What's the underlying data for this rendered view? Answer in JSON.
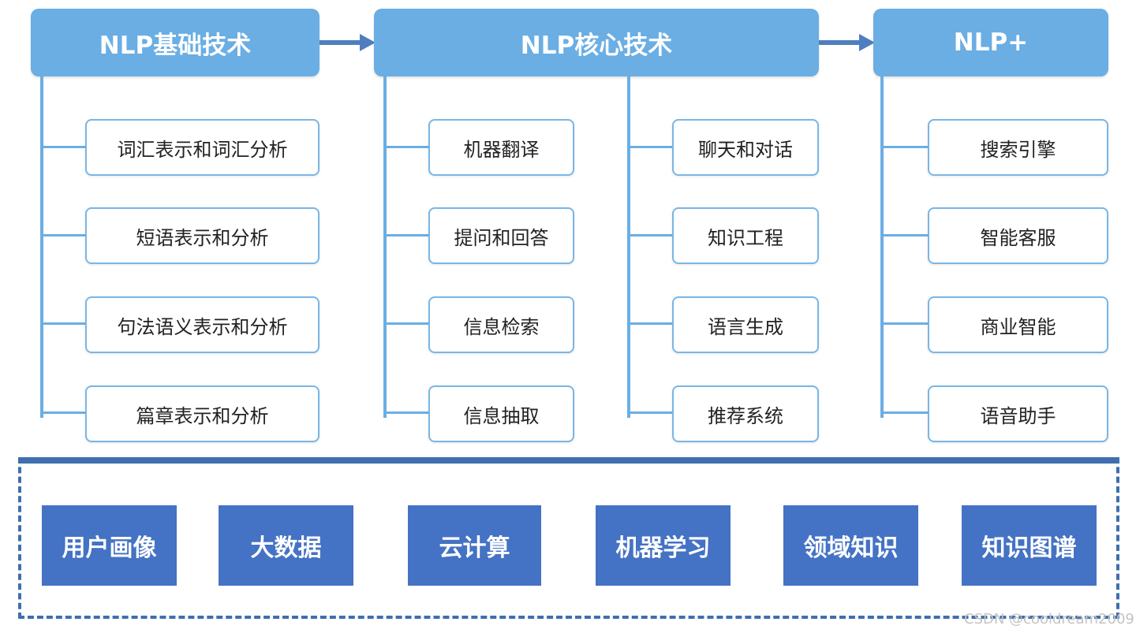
{
  "columns": {
    "basic": {
      "title": "NLP基础技术",
      "items": [
        "词汇表示和词汇分析",
        "短语表示和分析",
        "句法语义表示和分析",
        "篇章表示和分析"
      ]
    },
    "core": {
      "title": "NLP核心技术",
      "left_items": [
        "机器翻译",
        "提问和回答",
        "信息检索",
        "信息抽取"
      ],
      "right_items": [
        "聊天和对话",
        "知识工程",
        "语言生成",
        "推荐系统"
      ]
    },
    "plus": {
      "title": "NLP+",
      "items": [
        "搜索引擎",
        "智能客服",
        "商业智能",
        "语音助手"
      ]
    }
  },
  "foundation": [
    "用户画像",
    "大数据",
    "云计算",
    "机器学习",
    "领域知识",
    "知识图谱"
  ],
  "watermark": "CSDN @cooldream2009",
  "colors": {
    "header": "#6aaee4",
    "connector": "#6aaee4",
    "arrow": "#4f7ec0",
    "foundation_box": "#4472c4",
    "frame": "#3f6fae"
  }
}
